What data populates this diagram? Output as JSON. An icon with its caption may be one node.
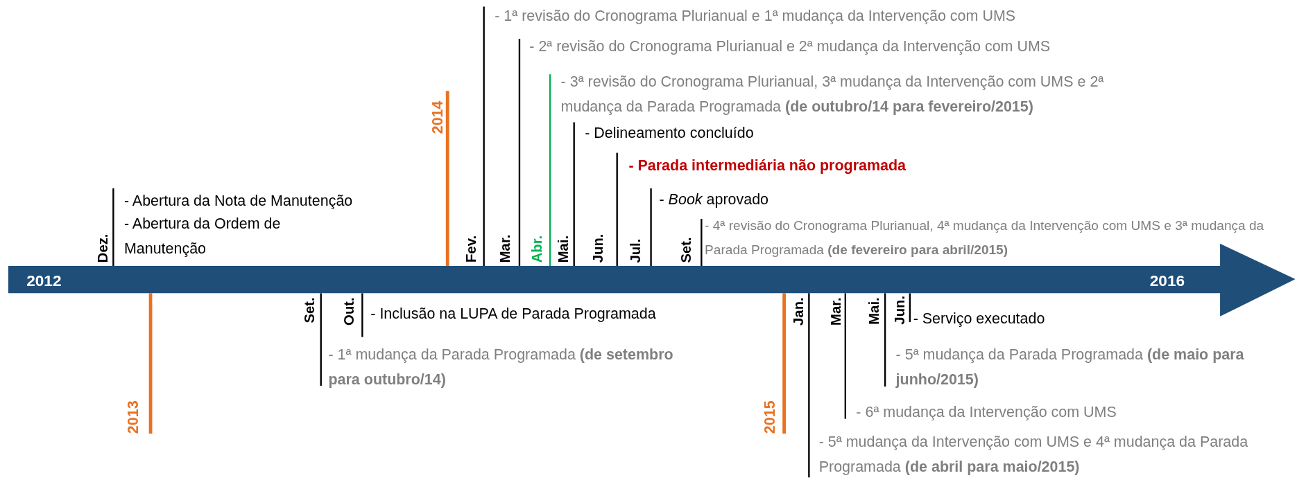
{
  "diagram": {
    "labels": [
      "- 1ª revisão do Cronograma Plurianual e 1ª mudança da Intervenção com UMS",
      "- 2ª revisão do Cronograma Plurianual e 2ª mudança da Intervenção com UMS",
      "- 3ª revisão do Cronograma Plurianual, 3ª mudança da Intervenção com UMS e 2ª mudança da Parada Programada **(de outubro/14 para fevereiro/2015)**",
      "2014",
      "- Delineamento concluído",
      "- **Parada intermediária não programada**",
      "- Abertura da Nota de Manutenção",
      "- *Book* aprovado",
      "Dez.",
      "- Abertura da Ordem de Manutenção",
      "Fev.",
      "Mar.",
      "Abr.",
      "Mai.",
      "Jun.",
      "Jul.",
      "Set.",
      "- 4ª revisão do Cronograma Plurianual, 4ª mudança da Intervenção com UMS e 3ª mudança da Parada Programada **(de fevereiro para abril/2015)**",
      "2012",
      "2016",
      "Set.",
      "Out.",
      "- Inclusão na LUPA de Parada Programada",
      "Jan.",
      "Mar.",
      "Mai.",
      "Jun.",
      "- Serviço executado",
      "- 1ª mudança da Parada Programada **(de setembro para outubro/14)**",
      "- 5ª mudança da Parada Programada **(de maio para junho/2015)**",
      "- 6ª mudança da Intervenção com UMS",
      "2013",
      "2015",
      "- 5ª mudança da Intervenção com UMS e 4ª mudança da Parada Programada **(de abril para maio/2015)**"
    ]
  }
}
